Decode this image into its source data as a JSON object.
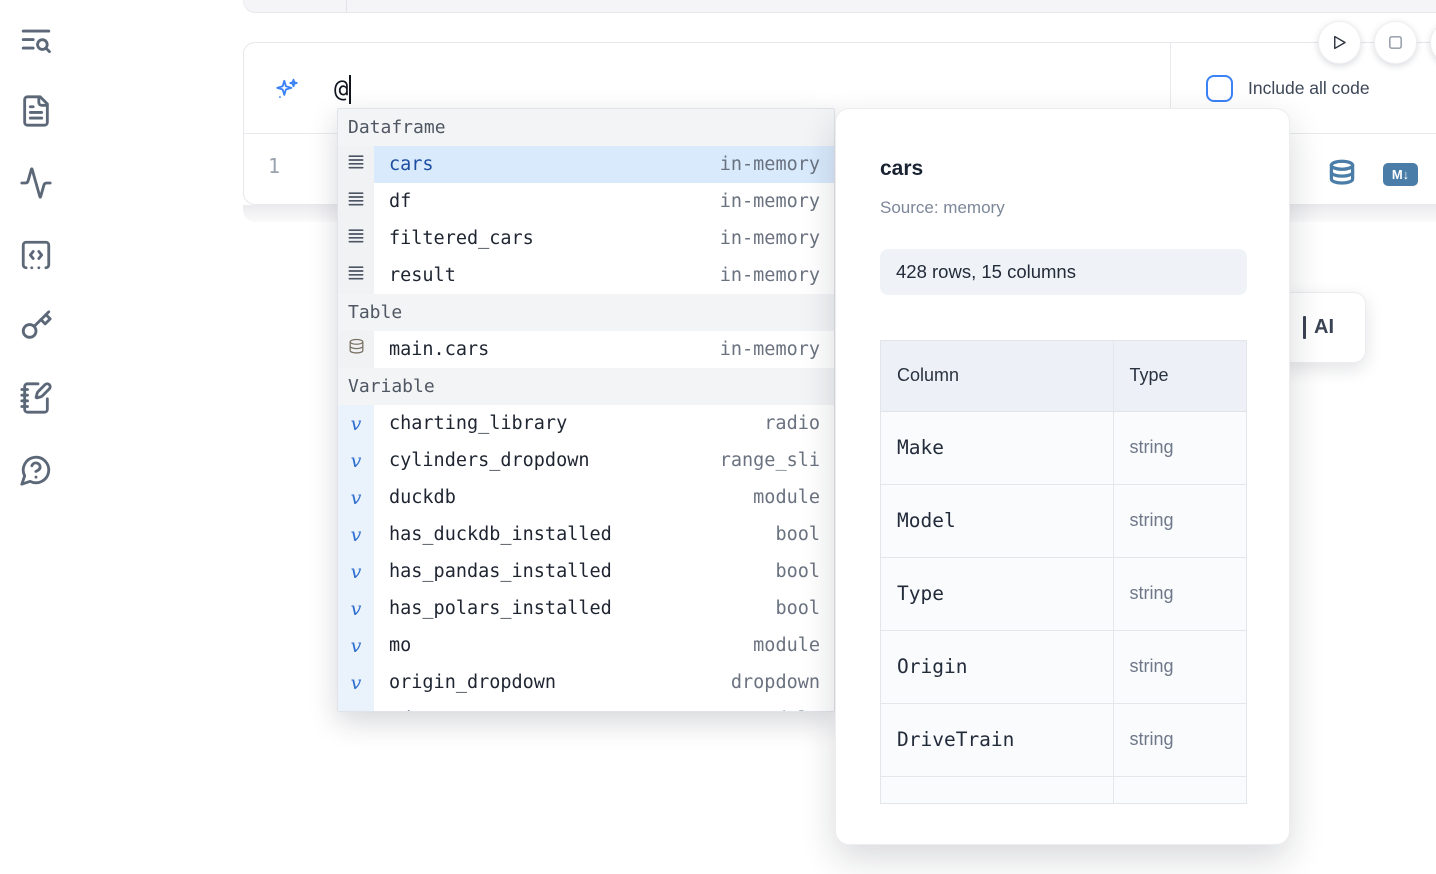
{
  "sidebar": {
    "icons": [
      {
        "name": "text-search-icon"
      },
      {
        "name": "file-document-icon"
      },
      {
        "name": "activity-icon"
      },
      {
        "name": "code-snippet-icon"
      },
      {
        "name": "key-icon"
      },
      {
        "name": "notebook-pen-icon"
      },
      {
        "name": "help-chat-icon"
      }
    ]
  },
  "colors": {
    "accent_blue": "#3b82f6",
    "selected_row_bg": "#d9eafc",
    "selected_text": "#1c4da1",
    "toolbar_steel_blue": "#4a7da8"
  },
  "run_controls": {
    "icons": [
      "play-icon",
      "stop-icon",
      "partial-circle-button"
    ]
  },
  "ai_prompt": {
    "value": "@",
    "sparkle_icon": "ai-sparkle-icon",
    "include_all_code_label": "Include all code",
    "checkbox_checked": false
  },
  "code_cell": {
    "line_number": "1",
    "toolbar_icons": [
      "database-icon",
      "markdown-icon"
    ],
    "markdown_badge": "M↓"
  },
  "completion": {
    "sections": [
      {
        "label": "Dataframe",
        "icon": "rows-icon",
        "items": [
          {
            "name": "cars",
            "meta": "in-memory",
            "selected": true
          },
          {
            "name": "df",
            "meta": "in-memory"
          },
          {
            "name": "filtered_cars",
            "meta": "in-memory"
          },
          {
            "name": "result",
            "meta": "in-memory"
          }
        ]
      },
      {
        "label": "Table",
        "icon": "database-icon",
        "items": [
          {
            "name": "main.cars",
            "meta": "in-memory"
          }
        ]
      },
      {
        "label": "Variable",
        "icon": "variable-icon",
        "items": [
          {
            "name": "charting_library",
            "meta": "radio"
          },
          {
            "name": "cylinders_dropdown",
            "meta": "range_sli"
          },
          {
            "name": "duckdb",
            "meta": "module"
          },
          {
            "name": "has_duckdb_installed",
            "meta": "bool"
          },
          {
            "name": "has_pandas_installed",
            "meta": "bool"
          },
          {
            "name": "has_polars_installed",
            "meta": "bool"
          },
          {
            "name": "mo",
            "meta": "module"
          },
          {
            "name": "origin_dropdown",
            "meta": "dropdown"
          },
          {
            "name": "pd",
            "meta": "module",
            "partial": true
          }
        ]
      }
    ]
  },
  "preview": {
    "title": "cars",
    "source_label": "Source: memory",
    "shape_label": "428 rows, 15 columns",
    "table": {
      "headers": [
        "Column",
        "Type"
      ],
      "rows": [
        {
          "column": "Make",
          "type": "string"
        },
        {
          "column": "Model",
          "type": "string"
        },
        {
          "column": "Type",
          "type": "string"
        },
        {
          "column": "Origin",
          "type": "string"
        },
        {
          "column": "DriveTrain",
          "type": "string"
        }
      ],
      "has_partial_row": true
    }
  },
  "ai_card": {
    "visible_text": "AI"
  }
}
